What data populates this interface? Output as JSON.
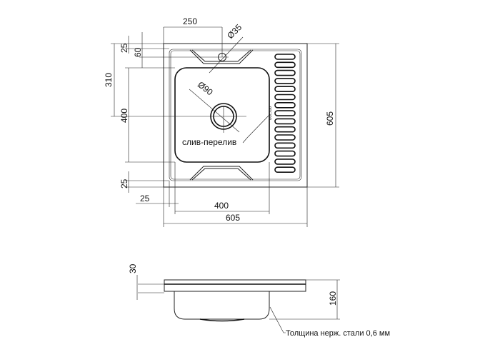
{
  "top_view": {
    "dims": {
      "tap_offset": "250",
      "tap_diameter": "Ø35",
      "drain_diameter": "Ø90",
      "overflow_label": "слив-перелив",
      "overall_height": "605",
      "overall_width": "605",
      "bowl_width": "400",
      "left_margin": "25",
      "top_margin": "25",
      "tap_row": "60",
      "drain_position": "310",
      "bowl_length": "400",
      "bottom_margin": "25"
    }
  },
  "side_view": {
    "dims": {
      "rim_height": "30",
      "depth": "160"
    },
    "note": "Толщина нерж. стали 0,6 мм"
  }
}
